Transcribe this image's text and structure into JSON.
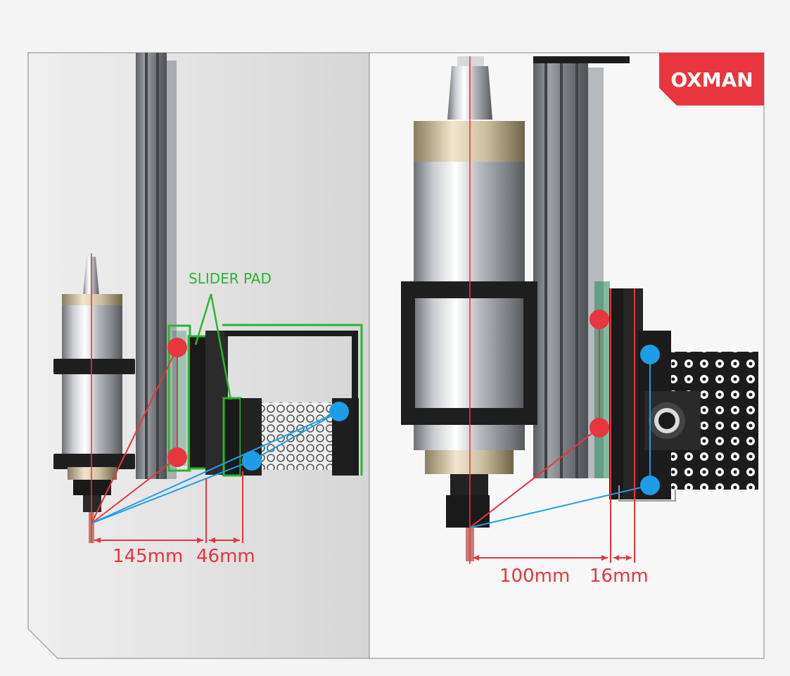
{
  "brand": {
    "name": "OXMAN",
    "color": "#e8353e"
  },
  "left_panel": {
    "annotation": "SLIDER PAD",
    "dim_primary": "145mm",
    "dim_secondary": "46mm"
  },
  "right_panel": {
    "dim_primary": "100mm",
    "dim_secondary": "16mm"
  },
  "colors": {
    "dimension": "#e8353e",
    "annotation": "#2bb52f",
    "pivot_red": "#e8353e",
    "pivot_blue": "#1e9de6",
    "slider_outline": "#2bb52f"
  }
}
